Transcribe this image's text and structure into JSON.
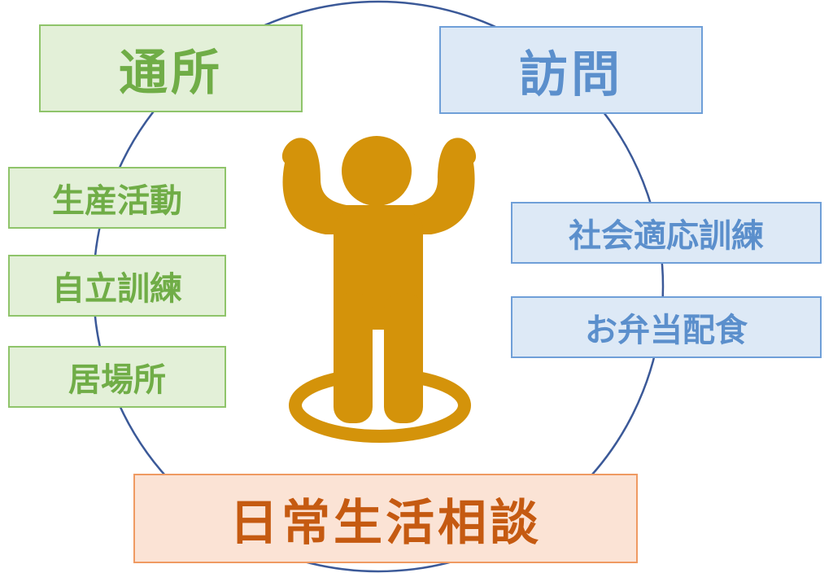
{
  "colors": {
    "ring": "#3b5998",
    "person": "#d4930a",
    "green_fill": "#e3f0d8",
    "green_border": "#8fc46a",
    "green_text": "#70ad47",
    "blue_fill": "#dde9f6",
    "blue_border": "#6f9fd8",
    "blue_text": "#5b8fcc",
    "orange_fill": "#fbe3d5",
    "orange_border": "#ef9a62",
    "orange_text": "#c55a11"
  },
  "diagram": {
    "tsusho": "通所",
    "houmon": "訪問",
    "tsusho_items": [
      "生産活動",
      "自立訓練",
      "居場所"
    ],
    "houmon_items": [
      "社会適応訓練",
      "お弁当配食"
    ],
    "bottom": "日常生活相談"
  }
}
